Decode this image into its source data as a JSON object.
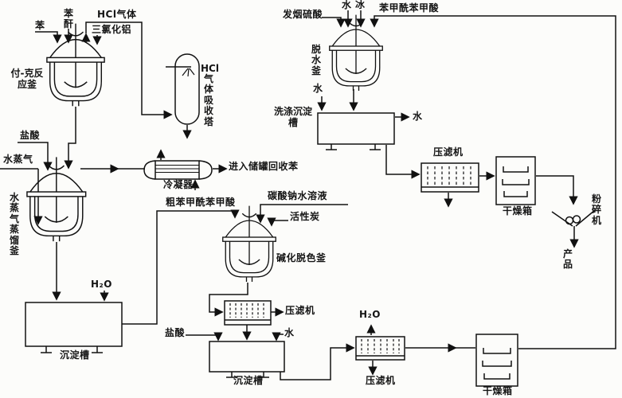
{
  "diagram_type": "chemical-process-flow",
  "labels": {
    "benzene": "苯",
    "phthalic_anhydride": "苯酐",
    "hcl_gas": "HCl气体",
    "aluminum_chloride": "三氯化铝",
    "friedel_crafts_reactor": "付-克反应釜",
    "hcl_absorber": {
      "top": "HCl",
      "rest": "气体吸收塔"
    },
    "hydrochloric_acid": "盐酸",
    "steam": "水蒸气",
    "steam_distillation_kettle": "水蒸气蒸馏釜",
    "condenser": "冷凝器",
    "to_storage_recover_benzene": "进入储罐回收苯",
    "h2o": "H₂O",
    "settling_tank": "沉淀槽",
    "crude_benzoylbenzoic_acid": "粗苯甲酰苯甲酸",
    "sodium_carbonate_solution": "碳酸钠水溶液",
    "activated_carbon": "活性炭",
    "alkalization_decolorizing_kettle": "碱化脱色釜",
    "filter_press": "压滤机",
    "water": "水",
    "fuming_sulfuric_acid": "发烟硫酸",
    "ice": "冰",
    "benzoylbenzoic_acid": "苯甲酰苯甲酸",
    "dehydration_kettle": "脱水釜",
    "washing_settling_tank": "洗涤沉淀槽",
    "drying_oven": "干燥箱",
    "pulverizer": "粉碎机",
    "product": "产品"
  }
}
